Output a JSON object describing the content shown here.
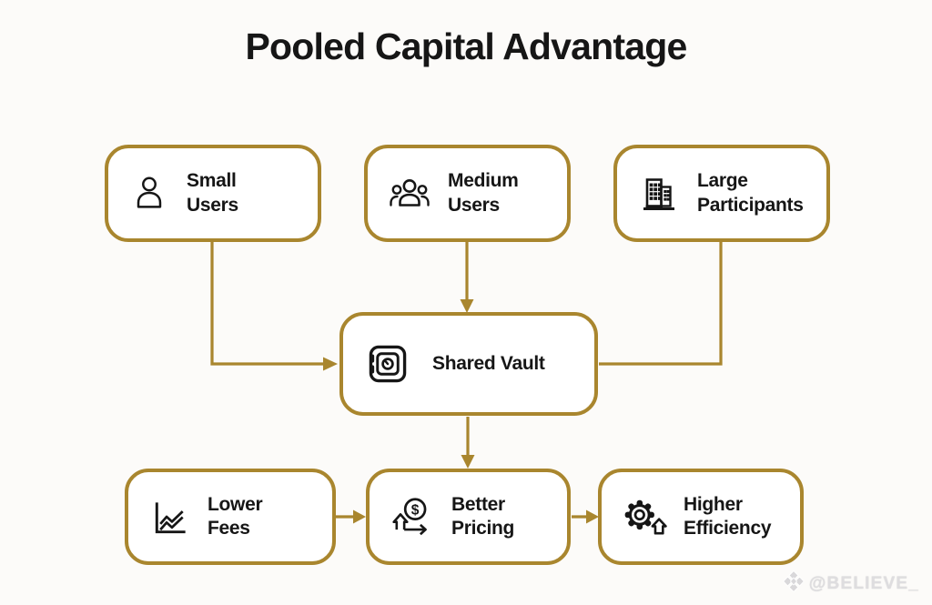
{
  "title": "Pooled Capital Advantage",
  "colors": {
    "gold": "#A9862E",
    "ink": "#161616",
    "background": "#FCFBF9",
    "watermark": "#DEDDDF"
  },
  "nodes": {
    "small_users": {
      "line1": "Small",
      "line2": "Users",
      "icon": "person-icon"
    },
    "medium_users": {
      "line1": "Medium",
      "line2": "Users",
      "icon": "people-group-icon"
    },
    "large_participants": {
      "line1": "Large",
      "line2": "Participants",
      "icon": "building-icon"
    },
    "shared_vault": {
      "label": "Shared Vault",
      "icon": "vault-safe-icon"
    },
    "lower_fees": {
      "line1": "Lower",
      "line2": "Fees",
      "icon": "line-chart-icon"
    },
    "better_pricing": {
      "line1": "Better",
      "line2": "Pricing",
      "icon": "dollar-cycle-icon"
    },
    "higher_efficiency": {
      "line1": "Higher",
      "line2": "Efficiency",
      "icon": "gear-arrow-icon"
    }
  },
  "icon_glyphs": {
    "dollar": "$"
  },
  "watermark": {
    "handle": "@BELIEVE_",
    "icon": "diamond-logo-icon"
  }
}
